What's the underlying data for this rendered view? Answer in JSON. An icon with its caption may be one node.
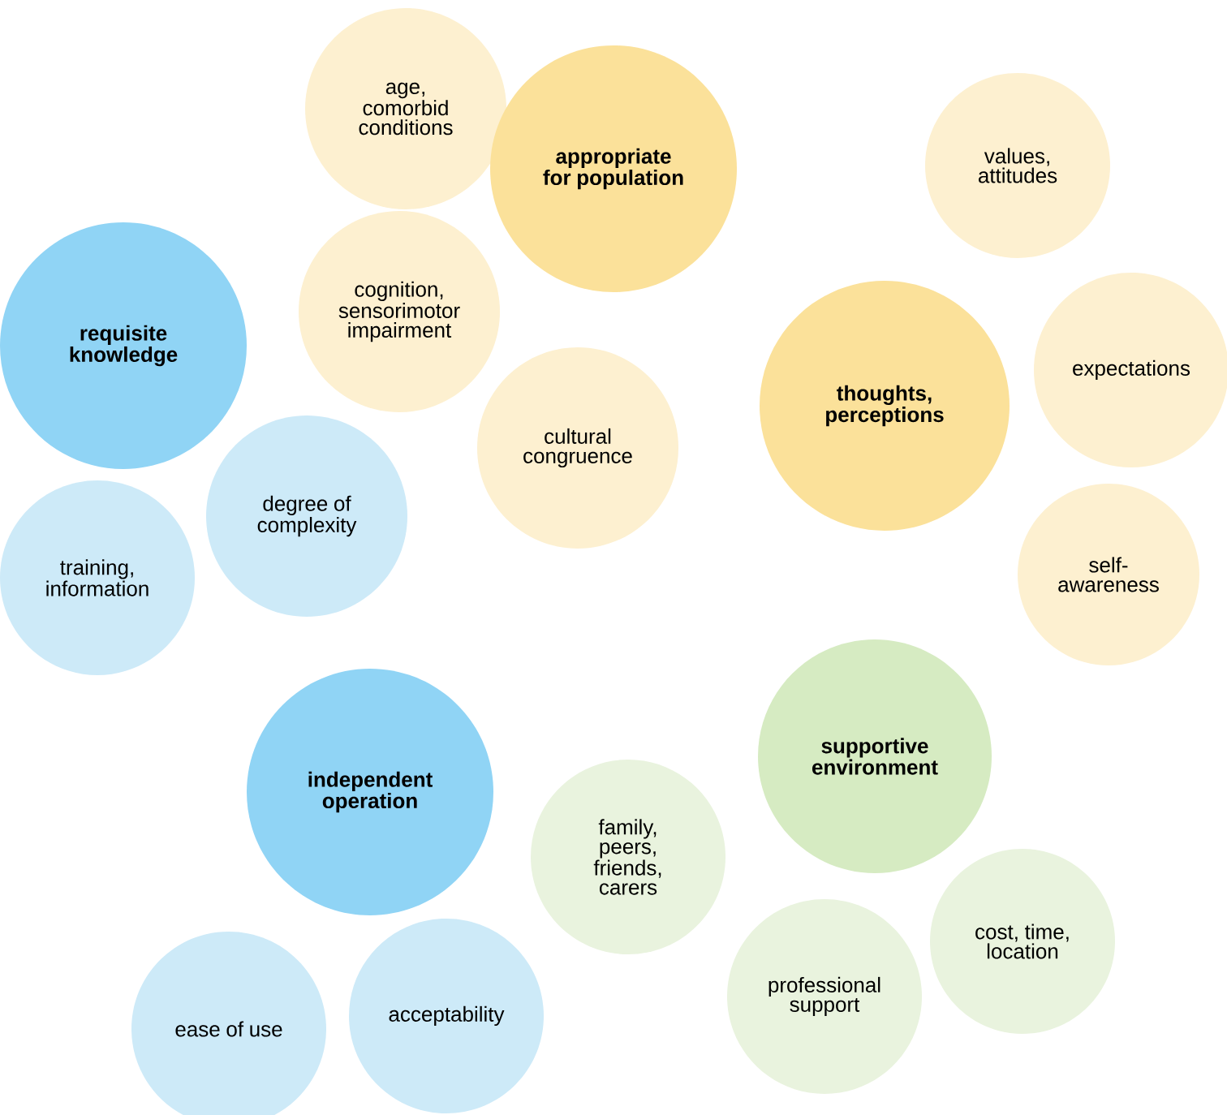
{
  "diagram": {
    "nodes": [
      {
        "text": [
          "age, comorbid conditions"
        ]
      },
      {
        "text": [
          "values, attitudes"
        ]
      },
      {
        "text": [
          "appropriate for population"
        ]
      },
      {
        "text": [
          "cognition, sensorimotor impairment"
        ]
      },
      {
        "text": [
          "requisite knowledge"
        ]
      },
      {
        "text": [
          "expectations"
        ]
      },
      {
        "text": [
          "thoughts, perceptions"
        ]
      },
      {
        "text": [
          "cultural congruence"
        ]
      },
      {
        "text": [
          "degree of complexity"
        ]
      },
      {
        "text": [
          "self-awareness"
        ]
      },
      {
        "text": [
          "training, information"
        ]
      },
      {
        "text": [
          "supportive environment"
        ]
      },
      {
        "text": [
          "independent operation"
        ]
      },
      {
        "text": [
          "family, peers, friends, carers"
        ]
      },
      {
        "text": [
          "cost, time, location"
        ]
      },
      {
        "text": [
          "professional support"
        ]
      },
      {
        "text": [
          "acceptability"
        ]
      },
      {
        "text": [
          "ease of use"
        ]
      }
    ]
  }
}
